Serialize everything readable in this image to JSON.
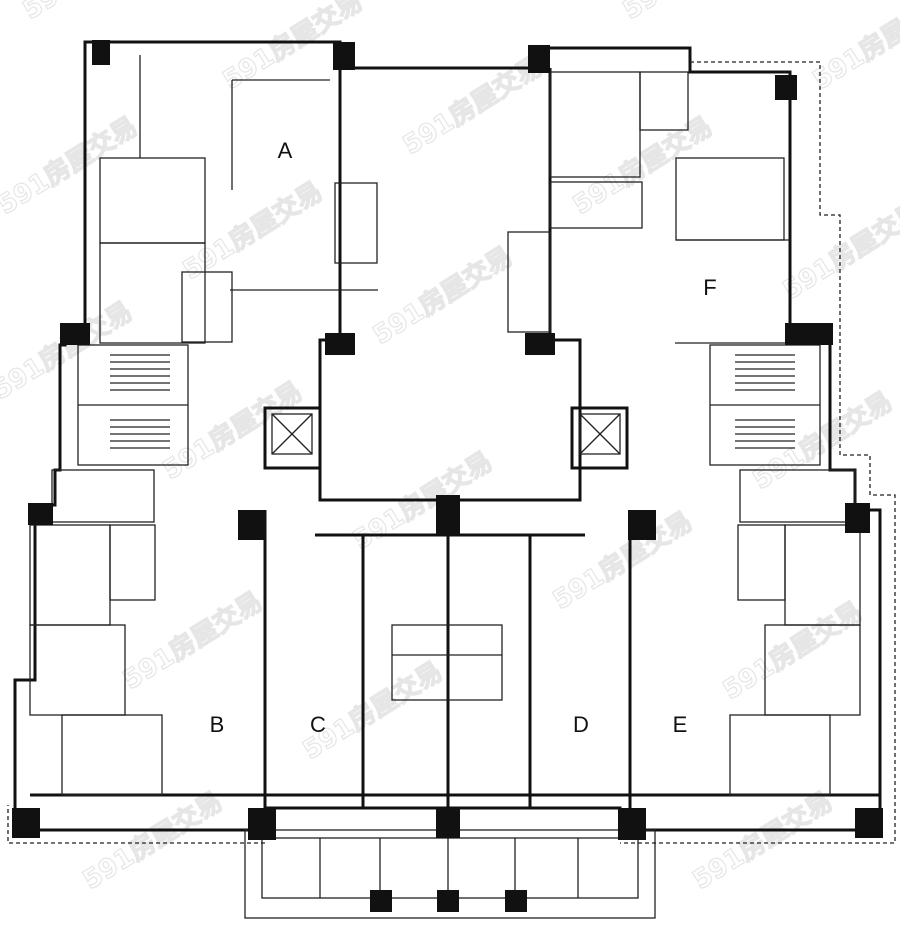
{
  "plan": {
    "units": [
      "A",
      "B",
      "C",
      "D",
      "E",
      "F"
    ],
    "watermark": "591房屋交易",
    "colors": {
      "wall": "#111111",
      "background": "#ffffff",
      "watermark": "#e6e6e6"
    }
  }
}
